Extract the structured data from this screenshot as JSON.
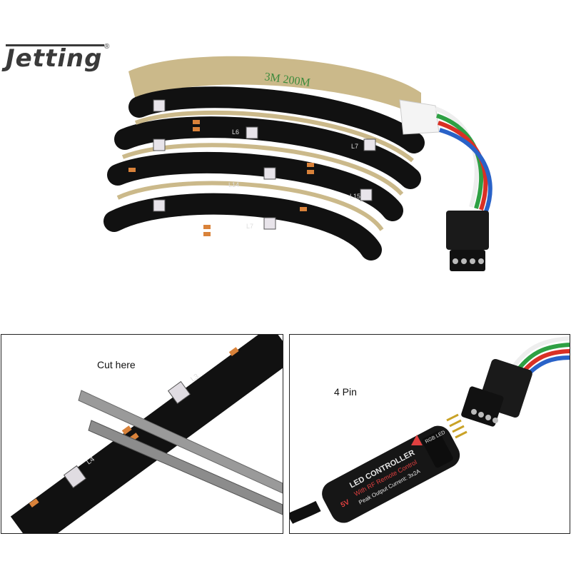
{
  "brand": {
    "name": "Jetting",
    "registered_mark": "®"
  },
  "hero": {
    "tape_marking": "3M 200M",
    "led_labels": [
      "L6",
      "L7",
      "L14",
      "L15",
      "L7"
    ],
    "colors": {
      "strip": "#111111",
      "tape": "#cbb98a",
      "tape_text": "#3c8a3c",
      "resistor": "#d9823a",
      "wire_white": "#eeeeee",
      "wire_green": "#2ea043",
      "wire_red": "#d93025",
      "wire_blue": "#2962c8"
    }
  },
  "panel_left": {
    "caption": "Cut here",
    "led_labels": [
      "L3",
      "L4"
    ]
  },
  "panel_right": {
    "caption": "4 Pin",
    "controller": {
      "title": "LED CONTROLLER",
      "subtitle": "With RF Remote Control",
      "spec": "Peak Output Current: 3x2A",
      "voltage": "5V",
      "badge": "RGB LED"
    }
  }
}
